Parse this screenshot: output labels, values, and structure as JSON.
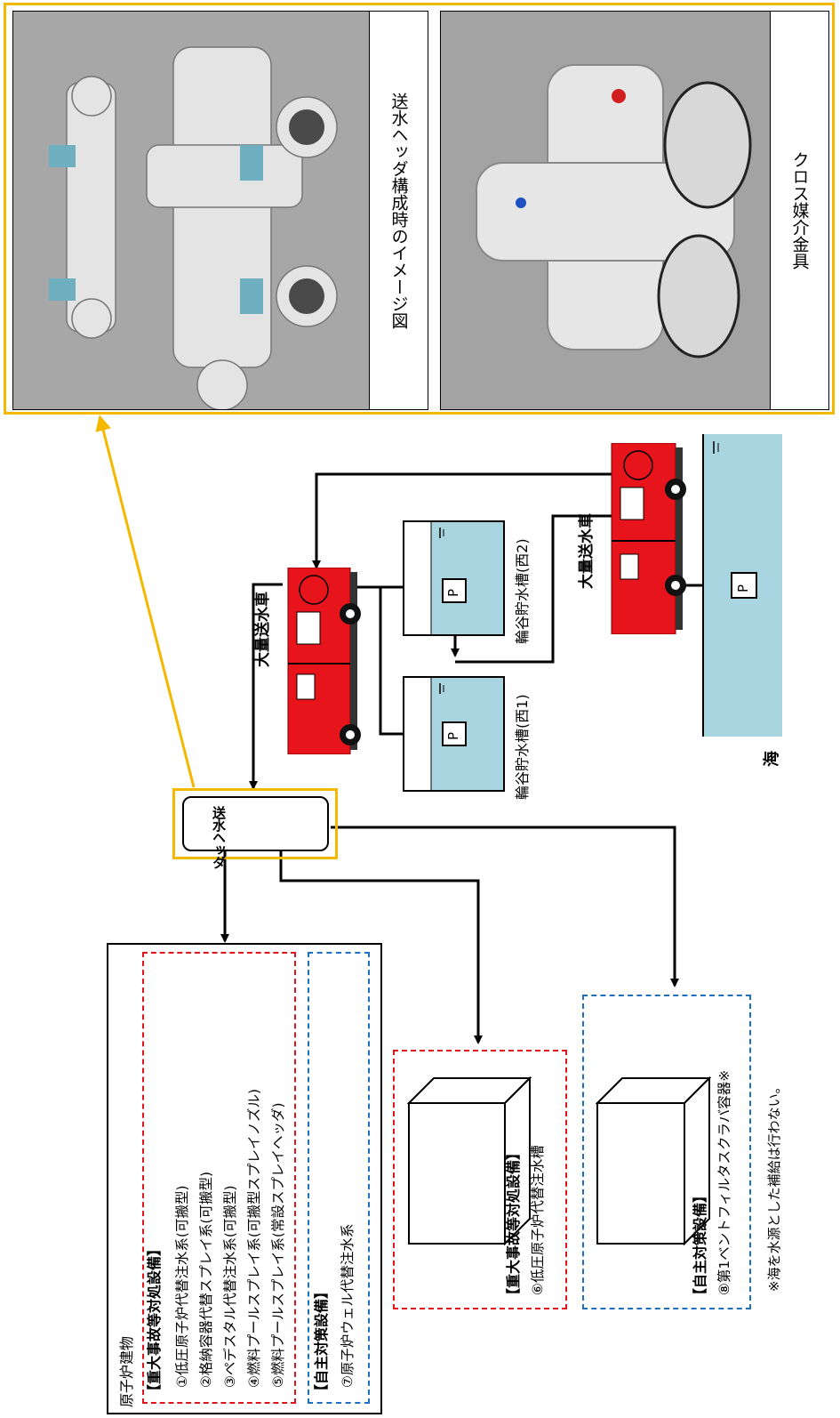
{
  "photos": {
    "header_caption": "送水ヘッダ構成時のイメージ図",
    "cross_caption": "クロス媒介金具"
  },
  "header_node": {
    "label": "送水ヘッダ"
  },
  "trucks": {
    "upper_label": "大量送水車",
    "lower_label": "大量送水車"
  },
  "tanks": {
    "west1": "輪谷貯水槽(西1)",
    "west2": "輪谷貯水槽(西2)",
    "pump_symbol": "P"
  },
  "sea": {
    "label": "海",
    "pump_symbol": "P"
  },
  "reactor_building": {
    "title": "原子炉建物",
    "sa_heading": "【重大事故等対処設備】",
    "sa_items": [
      "①低圧原子炉代替注水系(可搬型)",
      "②格納容器代替スプレイ系(可搬型)",
      "③ペデスタル代替注水系(可搬型)",
      "④燃料プールスプレイ系(可搬型スプレイノズル)",
      "⑤燃料プールスプレイ系(常設スプレイヘッダ)"
    ],
    "self_heading": "【自主対策設備】",
    "self_items": [
      "⑦原子炉ウェル代替注水系"
    ]
  },
  "tank_box": {
    "heading": "【重大事故等対処設備】",
    "item": "⑥低圧原子炉代替注水槽"
  },
  "filter_box": {
    "heading": "【自主対策設備】",
    "item": "⑧第1ベントフィルタスクラバ容器※"
  },
  "footnote": "※海を水源とした補給は行わない。",
  "colors": {
    "accent_yellow": "#f5b800",
    "truck_red": "#e8141b",
    "water_blue": "#a8d5e0",
    "dash_red": "#e0141b",
    "dash_blue": "#1f6fbf",
    "road_gray": "#8c8c8c"
  }
}
